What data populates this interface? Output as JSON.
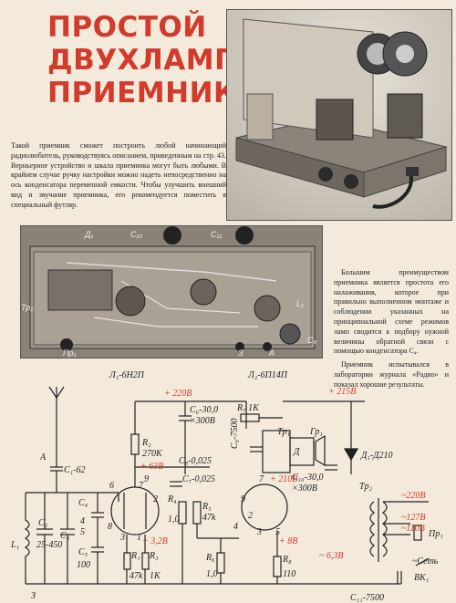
{
  "title": [
    "ПРОСТОЙ",
    "ДВУХЛАМПОВЫЙ",
    "ПРИЕМНИК"
  ],
  "intro": "Такой приемник сможет построить любой начинающий радиолюбитель, руководствуясь описанием, приведенным на стр. 43. Верньерное устройство и шкала приемника могут быть любыми. В крайнем случае ручку настройки можно надеть непосредственно на ось конденсатора переменной емкости. Чтобы улучшить внешний вид и звучание приемника, его рекомендуется поместить в специальный футляр.",
  "side_text": [
    "Большим преимуществом приемника является простота его налаживания, которое при правильно выполненном монтаже и соблюдении указанных на принципиальной схеме режимов ламп сводится к подбору нужной величины обратной связи с помощью конденсатора C₄.",
    "Приемник испытывался в лаборатории журнала «Радио» и показал хорошие результаты."
  ],
  "photo_labels": {
    "d1": "Д₁",
    "c10": "C₁₀",
    "c11": "C₁₁",
    "l1": "L₁",
    "tr2": "Тр₂",
    "c8": "C₈",
    "pr1": "Пр₁",
    "a": "А",
    "z": "З"
  },
  "schema": {
    "l1_tube": "Л₁-6Н2П",
    "l2_tube": "Л₂-6П14П",
    "antenna": "А",
    "ground": "З",
    "c1": "C₁-62",
    "c2": "C₂",
    "c3": "C₃",
    "c2c3_range": "25-450",
    "c4": "C₄",
    "c5": "C₅",
    "c5_val": "100",
    "l1": "L₁",
    "r2": "R₂",
    "r2_val": "270K",
    "r1": "R₁",
    "r1_val": "47k",
    "r3": "R₃",
    "r3_val": "1K",
    "r4": "R₄",
    "r4_val": "1,0",
    "r5": "R₅",
    "r5_val": "47k",
    "r6": "R₆",
    "r6_val": "1,0",
    "r7": "R₇ 1K",
    "r8": "R₈",
    "r8_val": "110",
    "c6": "C₆-30,0",
    "c6_v": "×300В",
    "c7": "C₇-0,025",
    "c8": "C₈-0,025",
    "c9": "C₉-7500",
    "c10": "C₁₀-30,0",
    "c10_v": "×300В",
    "c11": "C₁₁-7500",
    "v1": "+ 220В",
    "v2": "+ 215В",
    "v3": "+ 63В",
    "v4": "+ 210В",
    "v5": "+ 3,2В",
    "v6": "+ 8В",
    "v7": "~ 6,3В",
    "tr1": "Tp₁",
    "gr1": "Гр₁",
    "d": "Д",
    "d1": "Д₁-Д210",
    "tr2": "Tp₂",
    "tap1": "~220В",
    "tap2": "~127В",
    "tap3": "~110В",
    "pr1": "Пр₁",
    "set": "~Сеть",
    "vk1": "ВК₁",
    "pins_l1": [
      "6",
      "7",
      "8",
      "3",
      "2",
      "1",
      "9",
      "4",
      "5"
    ],
    "pins_l2": [
      "7",
      "9",
      "4",
      "2",
      "3",
      "5"
    ]
  }
}
